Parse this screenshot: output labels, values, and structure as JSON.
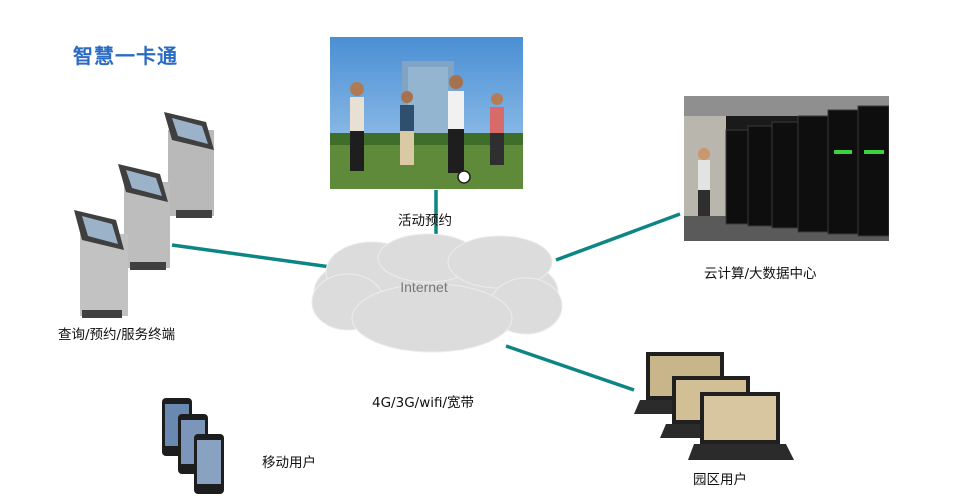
{
  "title": "智慧一卡通",
  "cloud_label": "Internet",
  "nodes": {
    "activity": "活动预约",
    "cloud_center": "云计算/大数据中心",
    "terminal": "查询/预约/服务终端",
    "network": "4G/3G/wifi/宽带",
    "mobile": "移动用户",
    "campus": "园区用户"
  },
  "colors": {
    "link": "#0e8585",
    "title": "#2a6bc4",
    "cloud": "#dcdcdc"
  }
}
